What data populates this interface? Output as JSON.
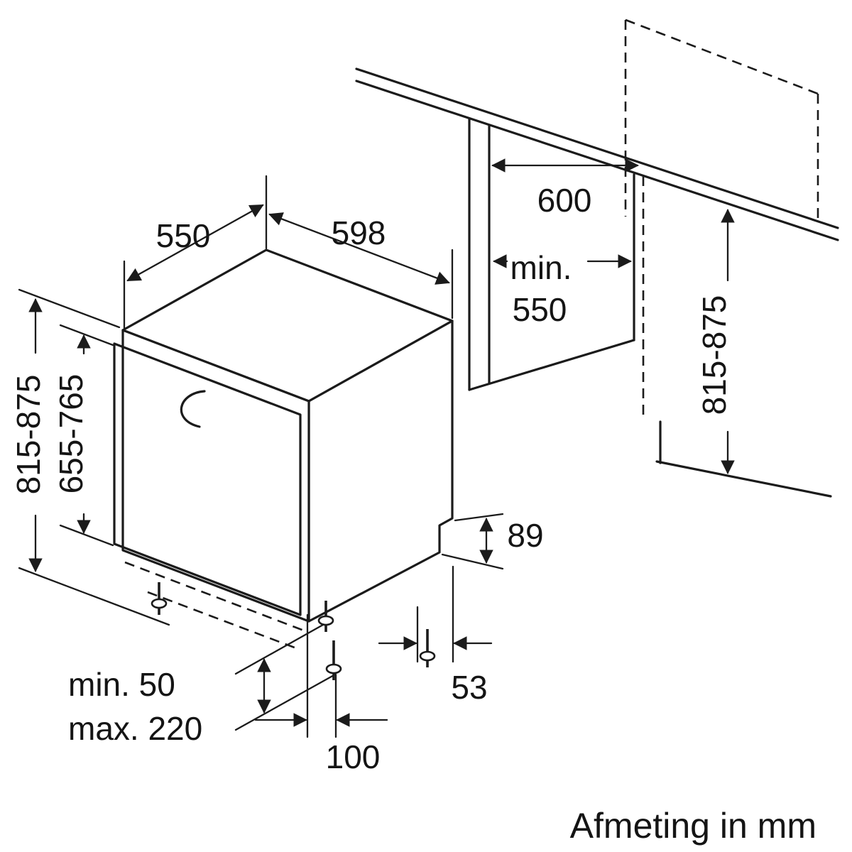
{
  "meta": {
    "background_color": "#ffffff",
    "line_color": "#1b1b1b",
    "drawing_type": "built-in dishwasher installation dimensions"
  },
  "caption": "Afmeting in mm",
  "dimensions": {
    "top_depth": "550",
    "top_width": "598",
    "niche_width": "600",
    "niche_depth_prefix": "min.",
    "niche_depth_value": "550",
    "niche_height": "815-875",
    "appliance_height": "815-875",
    "door_height": "655-765",
    "rear_recess_height": "89",
    "rear_recess_depth": "53",
    "rear_foot_offset": "100",
    "foot_min": "min. 50",
    "foot_max": "max. 220"
  }
}
